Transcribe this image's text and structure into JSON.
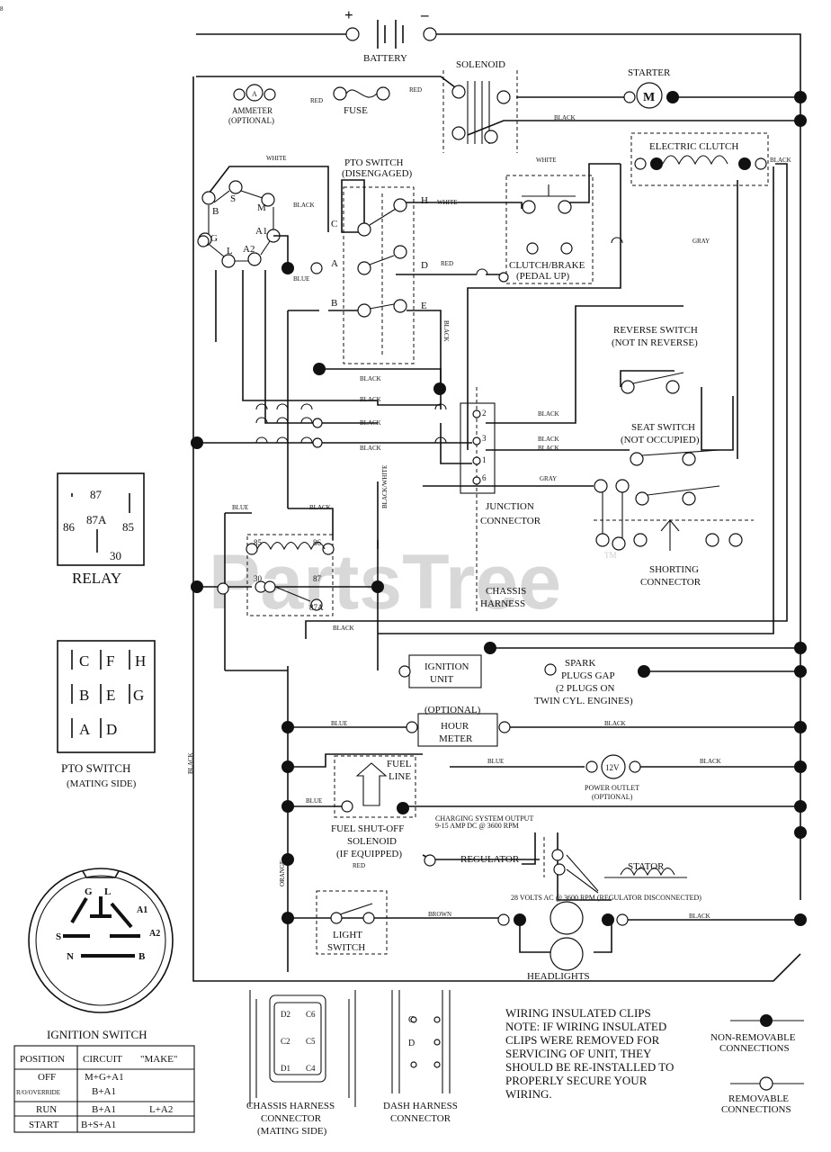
{
  "page_marker": "8",
  "watermark": {
    "text": "PartsTree",
    "tm": "TM"
  },
  "battery": {
    "plus": "+",
    "minus": "–",
    "label": "BATTERY"
  },
  "solenoid": {
    "label": "SOLENOID"
  },
  "starter": {
    "label": "STARTER",
    "symbol": "M"
  },
  "ammeter": {
    "line1": "AMMETER",
    "line2": "(OPTIONAL)",
    "symbol": "A"
  },
  "fuse": {
    "label": "FUSE"
  },
  "pto_switch": {
    "line1": "PTO SWITCH",
    "line2": "(DISENGAGED)",
    "terminals": [
      "C",
      "H",
      "A",
      "D",
      "B",
      "E"
    ]
  },
  "electric_clutch": {
    "label": "ELECTRIC CLUTCH"
  },
  "clutch_brake": {
    "line1": "CLUTCH/BRAKE",
    "line2": "(PEDAL UP)"
  },
  "ignition_terminals": [
    "B",
    "S",
    "M",
    "G",
    "L",
    "A1",
    "A2"
  ],
  "reverse_switch": {
    "line1": "REVERSE SWITCH",
    "line2": "(NOT IN REVERSE)"
  },
  "seat_switch": {
    "line1": "SEAT SWITCH",
    "line2": "(NOT OCCUPIED)"
  },
  "junction": {
    "line1": "JUNCTION",
    "line2": "CONNECTOR",
    "pins": [
      "2",
      "3",
      "1",
      "6"
    ]
  },
  "shorting": {
    "line1": "SHORTING",
    "line2": "CONNECTOR"
  },
  "chassis_harness": {
    "line1": "CHASSIS",
    "line2": "HARNESS"
  },
  "relay_box": {
    "t87": "87",
    "t87a": "87A",
    "t86": "86",
    "t85": "85",
    "t30": "30",
    "label": "RELAY"
  },
  "relay_schematic": {
    "t85": "85",
    "t86": "86",
    "t30": "30",
    "t87": "87",
    "t87a": "87A"
  },
  "pto_mating": {
    "cells": [
      "C",
      "F",
      "H",
      "B",
      "E",
      "G",
      "A",
      "D"
    ],
    "line1": "PTO SWITCH",
    "line2": "(MATING SIDE)"
  },
  "ignition_unit": {
    "line1": "IGNITION",
    "line2": "UNIT"
  },
  "spark": {
    "line1": "SPARK",
    "line2": "PLUGS GAP",
    "line3": "(2 PLUGS ON",
    "line4": "TWIN CYL. ENGINES)"
  },
  "hour_meter": {
    "opt": "(OPTIONAL)",
    "line1": "HOUR",
    "line2": "METER"
  },
  "power_outlet": {
    "symbol": "12V",
    "line1": "POWER OUTLET",
    "line2": "(OPTIONAL)"
  },
  "fuel": {
    "line1": "FUEL",
    "line2": "LINE"
  },
  "fuel_solenoid": {
    "line1": "FUEL SHUT-OFF",
    "line2": "SOLENOID",
    "line3": "(IF EQUIPPED)"
  },
  "charging": {
    "line1": "CHARGING SYSTEM OUTPUT",
    "line2": "9-15 AMP DC @ 3600 RPM"
  },
  "regulator": {
    "label": "REGULATOR"
  },
  "stator": {
    "label": "STATOR",
    "note": "28 VOLTS AC @ 3600 RPM (REGULATOR DISCONNECTED)"
  },
  "light_switch": {
    "line1": "LIGHT",
    "line2": "SWITCH"
  },
  "headlights": {
    "label": "HEADLIGHTS"
  },
  "wires": {
    "white": "WHITE",
    "black": "BLACK",
    "red": "RED",
    "blue": "BLUE",
    "gray": "GRAY",
    "brown": "BROWN",
    "orange": "ORANGE",
    "black_white": "BLACK/WHITE"
  },
  "ignition_switch": {
    "title": "IGNITION SWITCH",
    "face_labels": [
      "G",
      "L",
      "A1",
      "A2",
      "S",
      "N",
      "B"
    ],
    "table_headers": [
      "POSITION",
      "CIRCUIT",
      "\"MAKE\""
    ],
    "table_rows": [
      [
        "OFF",
        "M+G+A1",
        ""
      ],
      [
        "R/O/OVERRIDE",
        "B+A1",
        ""
      ],
      [
        "RUN",
        "B+A1",
        "L+A2"
      ],
      [
        "START",
        "B+S+A1",
        ""
      ]
    ]
  },
  "chassis_conn": {
    "pins": [
      "D2",
      "C6",
      "C2",
      "C5",
      "D1",
      "C4"
    ],
    "line1": "CHASSIS HARNESS",
    "line2": "CONNECTOR",
    "line3": "(MATING SIDE)"
  },
  "dash_conn": {
    "pins": [
      "D",
      "C"
    ],
    "line1": "DASH HARNESS",
    "line2": "CONNECTOR"
  },
  "note": [
    "WIRING INSULATED CLIPS",
    "NOTE: IF WIRING INSULATED",
    "CLIPS WERE REMOVED FOR",
    "SERVICING OF UNIT, THEY",
    "SHOULD BE RE-INSTALLED TO",
    "PROPERLY SECURE YOUR",
    "WIRING."
  ],
  "legend": {
    "nonremovable1": "NON-REMOVABLE",
    "nonremovable2": "CONNECTIONS",
    "removable1": "REMOVABLE",
    "removable2": "CONNECTIONS"
  }
}
